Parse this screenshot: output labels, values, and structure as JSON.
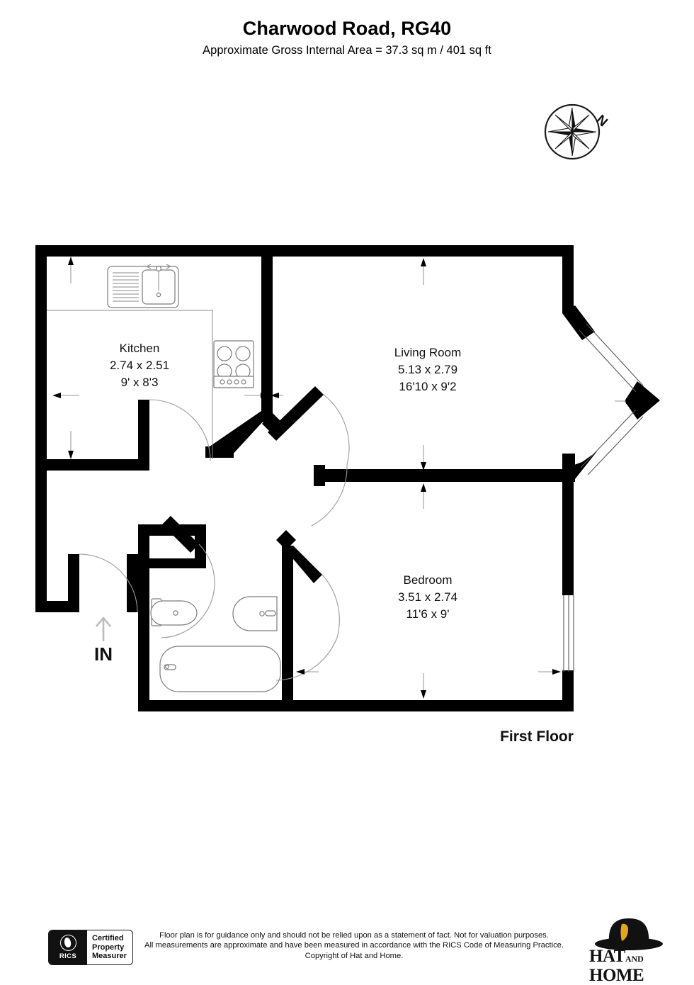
{
  "header": {
    "title": "Charwood Road, RG40",
    "subtitle": "Approximate Gross Internal Area = 37.3 sq m / 401 sq ft"
  },
  "compass": {
    "north_label": "N",
    "icon": "compass-rose-icon"
  },
  "plan": {
    "floor_label": "First Floor",
    "entrance_label": "IN",
    "rooms": [
      {
        "name": "Kitchen",
        "metric": "2.74 x 2.51",
        "imperial": "9' x 8'3"
      },
      {
        "name": "Living Room",
        "metric": "5.13 x 2.79",
        "imperial": "16'10 x 9'2"
      },
      {
        "name": "Bedroom",
        "metric": "3.51 x 2.74",
        "imperial": "11'6 x 9'"
      }
    ],
    "fixtures": [
      "kitchen-sink-icon",
      "kitchen-hob-icon",
      "toilet-icon",
      "washbasin-icon",
      "bathtub-icon"
    ],
    "colors": {
      "wall": "#000000",
      "fixture_outline": "#7c7c7c",
      "dimension": "#9a9a9a",
      "background": "#ffffff"
    }
  },
  "footer": {
    "rics": {
      "mark_text": "RICS",
      "line1": "Certified",
      "line2": "Property",
      "line3": "Measurer"
    },
    "disclaimer_line1": "Floor plan is for guidance only and should not be relied upon as a statement of fact. Not for valuation purposes.",
    "disclaimer_line2": "All measurements are approximate and have been measured in accordance with the RICS Code of Measuring Practice.",
    "disclaimer_line3": "Copyright of Hat and Home.",
    "brand": {
      "line1": "HAT",
      "and": "AND",
      "line2": "HOME",
      "hat_color": "#111111",
      "feather_color": "#e0a81c"
    }
  }
}
